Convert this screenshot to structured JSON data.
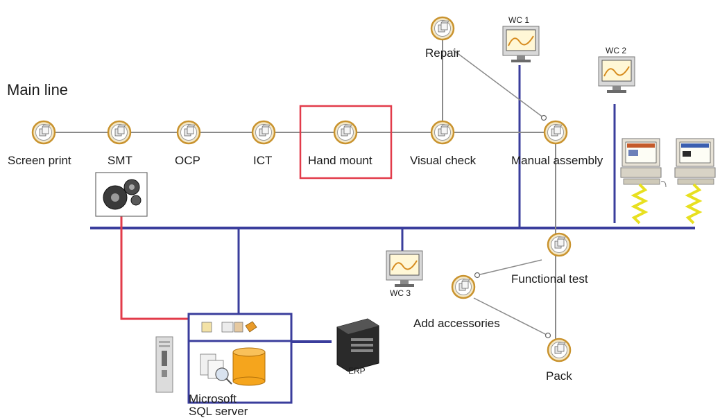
{
  "title": "Main line",
  "stations": {
    "screen_print": "Screen print",
    "smt": "SMT",
    "ocp": "OCP",
    "ict": "ICT",
    "hand_mount": "Hand mount",
    "visual_check": "Visual check",
    "manual_assembly": "Manual assembly",
    "repair": "Repair",
    "functional_test": "Functional test",
    "add_accessories": "Add accessories",
    "pack": "Pack"
  },
  "workcells": {
    "wc1": "WC 1",
    "wc2": "WC 2",
    "wc3": "WC 3"
  },
  "systems": {
    "erp": "ERP",
    "sql_line1": "Microsoft",
    "sql_line2": "SQL server"
  },
  "colors": {
    "network": "#3a3d9c",
    "highlight": "#e23b4a",
    "process_line": "#8a8a8a",
    "station_ring": "#c9932e",
    "zigzag": "#e8e020"
  }
}
